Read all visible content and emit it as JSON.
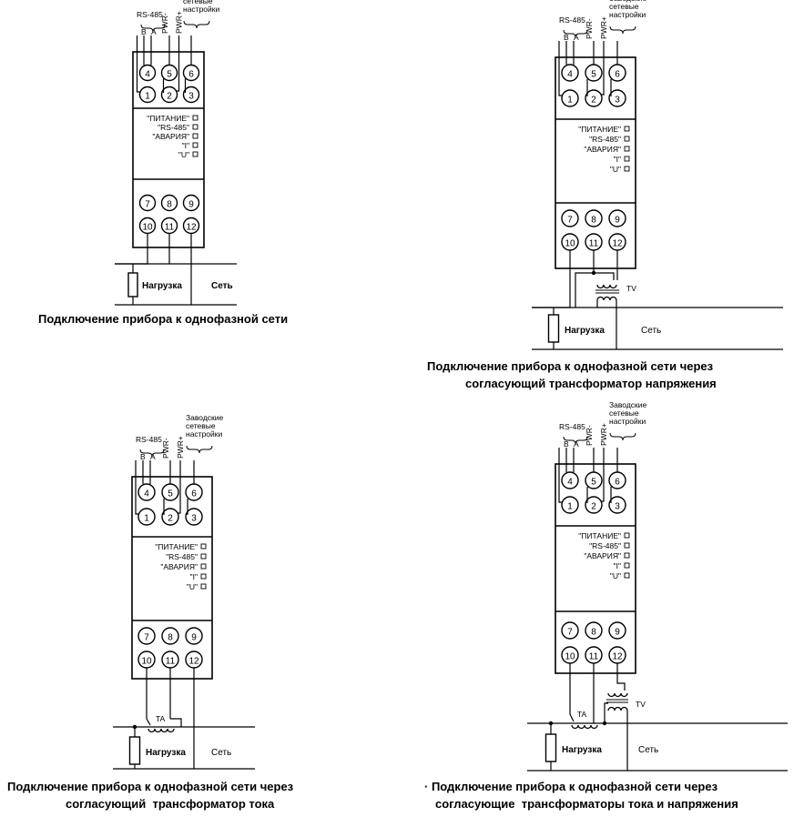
{
  "labels": {
    "rs485": "RS-485",
    "b": "B",
    "a": "A",
    "pwr_minus": "PWR-",
    "pwr_plus": "PWR+",
    "factory_line1": "Заводские",
    "factory_line2": "сетевые",
    "factory_line3": "настройки",
    "ind_power": "\"ПИТАНИЕ\"",
    "ind_rs485": "\"RS-485\"",
    "ind_alarm": "\"АВАРИЯ\"",
    "ind_i": "\"I\"",
    "ind_u": "\"U\"",
    "load": "Нагрузка",
    "net": "Сеть",
    "tv": "TV",
    "ta": "TA"
  },
  "terminals": [
    "4",
    "5",
    "6",
    "1",
    "2",
    "3",
    "7",
    "8",
    "9",
    "10",
    "11",
    "12"
  ],
  "captions": {
    "d1": "Подключение прибора к однофазной сети",
    "d2_line1": "Подключение прибора к однофазной сети через",
    "d2_line2": "согласующий трансформатор напряжения",
    "d3_line1": "Подключение прибора к однофазной сети через",
    "d3_line2": "согласующий  трансформатор тока",
    "d4_line1": "· Подключение прибора к однофазной сети через",
    "d4_line2": "согласующие  трансформаторы тока и напряжения"
  }
}
